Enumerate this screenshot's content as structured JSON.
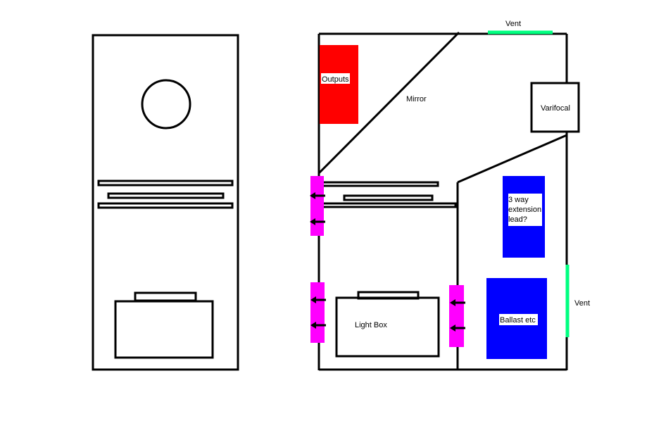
{
  "labels": {
    "outputs": "Outputs",
    "mirror": "Mirror",
    "varifocal": "Varifocal",
    "vent_top": "Vent",
    "vent_right": "Vent",
    "extension_line1": "3 way",
    "extension_line2": "extension",
    "extension_line3": "lead?",
    "ballast": "Ballast etc",
    "light_box": "Light Box"
  },
  "colors": {
    "outputs": "#ff0000",
    "blue_box": "#0000ff",
    "fan": "#ff00ff",
    "vent": "#00ff80",
    "line": "#000000"
  },
  "icons": {
    "fan_arrow": "left-arrow-icon"
  }
}
